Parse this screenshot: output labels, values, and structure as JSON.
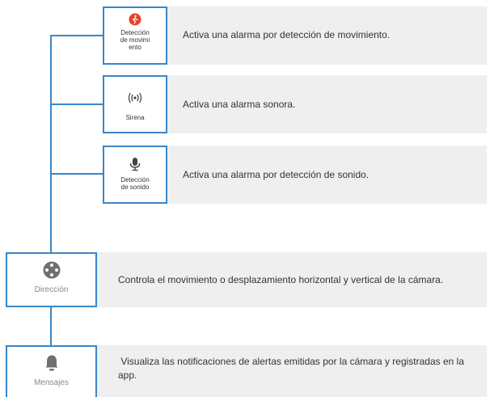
{
  "features": [
    {
      "icon": "motion-detection-icon",
      "label": "Detección\nde movimi\nento",
      "description": "Activa una alarma por detección de movimiento."
    },
    {
      "icon": "siren-icon",
      "label": "Sirena",
      "description": "Activa una alarma sonora."
    },
    {
      "icon": "sound-detection-icon",
      "label": "Detección\nde sonido",
      "description": "Activa una alarma por detección de sonido."
    },
    {
      "icon": "direction-pad-icon",
      "label": "Dirección",
      "description": "Controla el movimiento o desplazamiento horizontal y vertical de la cámara."
    },
    {
      "icon": "bell-icon",
      "label": "Mensajes",
      "description": " Visualiza las notificaciones de alertas emitidas por la cámara y registradas en la app."
    }
  ],
  "colors": {
    "connector": "#3a86c8",
    "panel": "#efefef",
    "motion_icon": "#e8412c",
    "icon_gray": "#6f6f6f"
  }
}
